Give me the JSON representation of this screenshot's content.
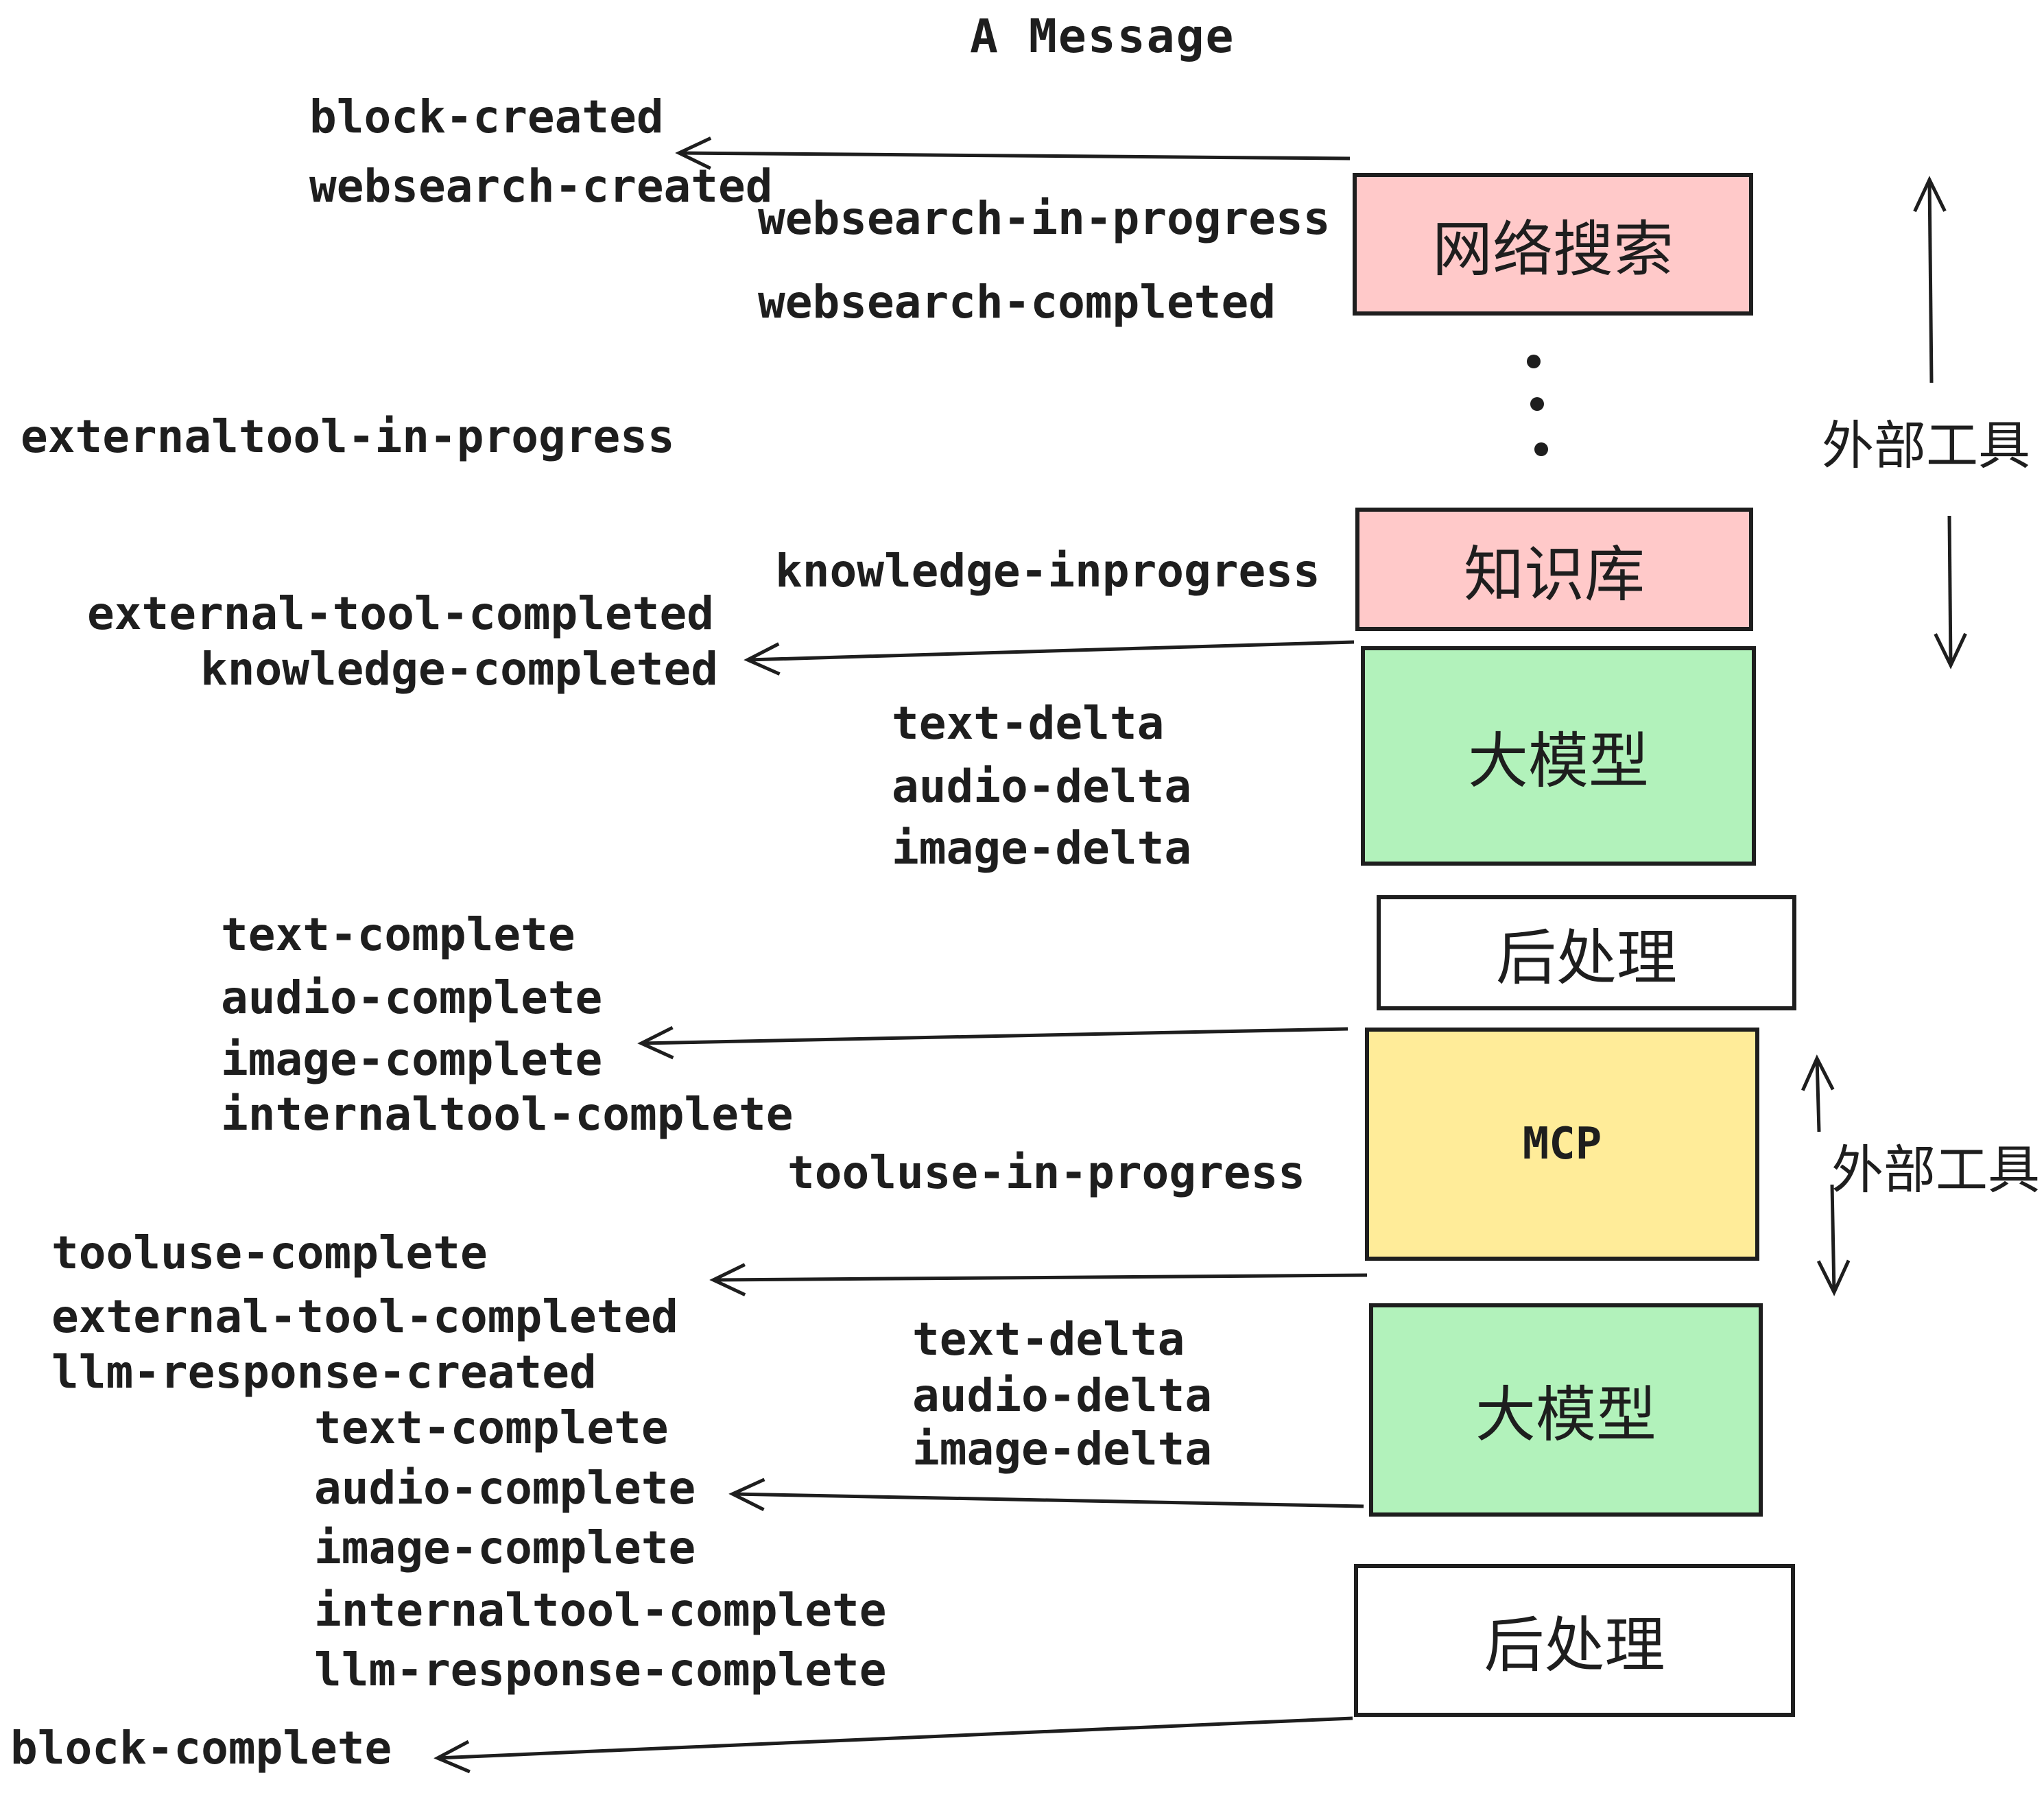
{
  "title": "A Message",
  "palette": {
    "pink": "#ffc9c9",
    "green": "#b2f2bb",
    "yellow": "#ffec99",
    "white": "#ffffff",
    "stroke": "#1e1e1e"
  },
  "boxes": [
    {
      "id": "websearch",
      "label": "网络搜索",
      "fill": "#ffc9c9"
    },
    {
      "id": "knowledge",
      "label": "知识库",
      "fill": "#ffc9c9"
    },
    {
      "id": "llm-1",
      "label": "大模型",
      "fill": "#b2f2bb"
    },
    {
      "id": "postproc-1",
      "label": "后处理",
      "fill": "#ffffff"
    },
    {
      "id": "mcp",
      "label": "MCP",
      "fill": "#ffec99"
    },
    {
      "id": "llm-2",
      "label": "大模型",
      "fill": "#b2f2bb"
    },
    {
      "id": "postproc-2",
      "label": "后处理",
      "fill": "#ffffff"
    }
  ],
  "side_labels": [
    {
      "text": "外部工具"
    },
    {
      "text": "外部工具"
    }
  ],
  "events": [
    {
      "text": "block-created"
    },
    {
      "text": "websearch-created"
    },
    {
      "text": "websearch-in-progress"
    },
    {
      "text": "websearch-completed"
    },
    {
      "text": "externaltool-in-progress"
    },
    {
      "text": "knowledge-inprogress"
    },
    {
      "text": "external-tool-completed"
    },
    {
      "text": "knowledge-completed"
    },
    {
      "text": "text-delta"
    },
    {
      "text": "audio-delta"
    },
    {
      "text": "image-delta"
    },
    {
      "text": "text-complete"
    },
    {
      "text": "audio-complete"
    },
    {
      "text": "image-complete"
    },
    {
      "text": "internaltool-complete"
    },
    {
      "text": "tooluse-in-progress"
    },
    {
      "text": "tooluse-complete"
    },
    {
      "text": "external-tool-completed"
    },
    {
      "text": "llm-response-created"
    },
    {
      "text": "text-delta"
    },
    {
      "text": "audio-delta"
    },
    {
      "text": "image-delta"
    },
    {
      "text": "text-complete"
    },
    {
      "text": "audio-complete"
    },
    {
      "text": "image-complete"
    },
    {
      "text": "internaltool-complete"
    },
    {
      "text": "llm-response-complete"
    },
    {
      "text": "block-complete"
    }
  ],
  "connections": [
    {
      "from": "websearch-box",
      "to": "block-created / websearch-created",
      "direction": "left"
    },
    {
      "from": "knowledge-box",
      "to": "external-tool-completed / knowledge-completed",
      "direction": "left"
    },
    {
      "from": "mcp-box-top",
      "to": "image-complete",
      "direction": "left"
    },
    {
      "from": "mcp-box-bottom",
      "to": "tooluse-complete / external-tool-completed",
      "direction": "left"
    },
    {
      "from": "llm-2-box",
      "to": "audio-complete",
      "direction": "left"
    },
    {
      "from": "postproc-2-box",
      "to": "block-complete",
      "direction": "left"
    },
    {
      "from": "external-tools-span-1",
      "to": "websearch + knowledge boxes",
      "direction": "up-down"
    },
    {
      "from": "external-tools-span-2",
      "to": "mcp box",
      "direction": "up-down"
    }
  ]
}
